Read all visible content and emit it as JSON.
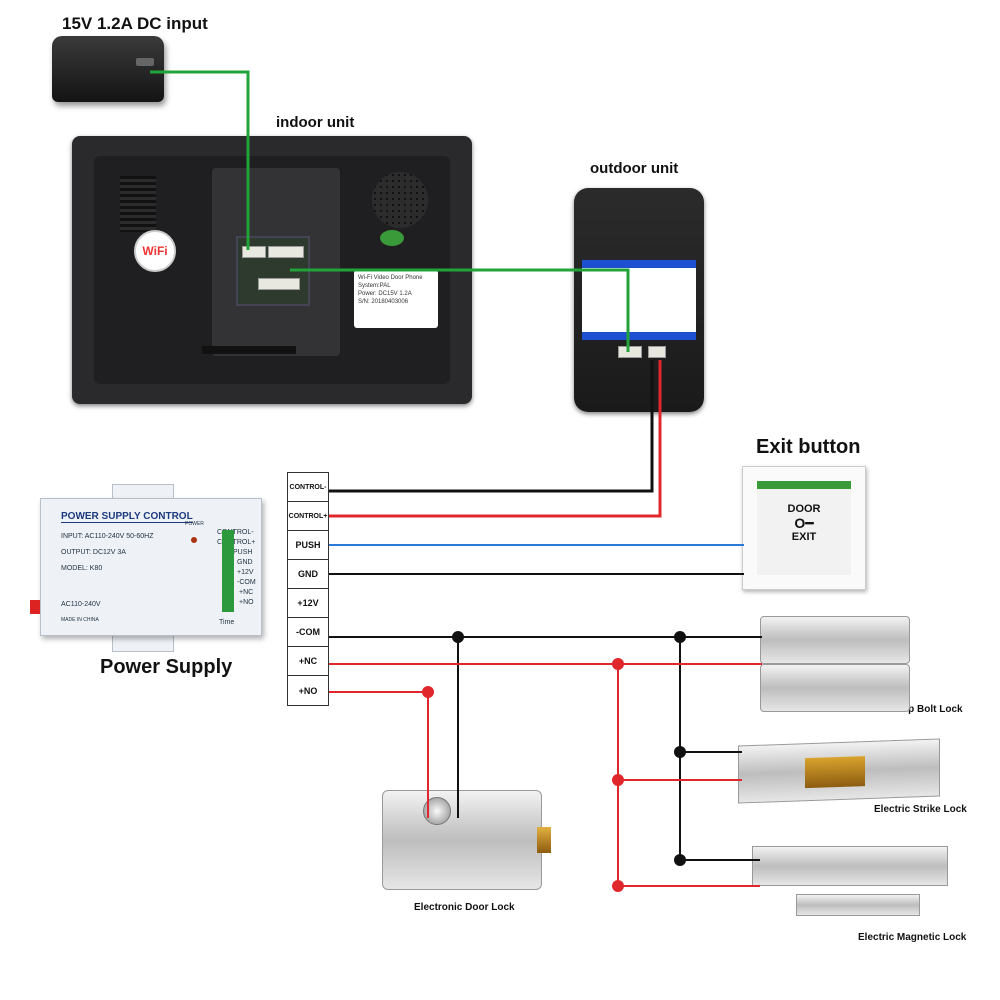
{
  "labels": {
    "dc_input": "15V 1.2A DC input",
    "indoor_unit": "indoor unit",
    "outdoor_unit": "outdoor unit",
    "exit_button": "Exit button",
    "power_supply": "Power Supply",
    "drop_bolt": "Electric Drop Bolt Lock",
    "strike": "Electric Strike Lock",
    "magnetic": "Electric Magnetic Lock",
    "door_lock": "Electronic Door Lock"
  },
  "indoor": {
    "wifi": "WiFi",
    "sticker_lines": [
      "Wi-Fi Video Door Phone",
      "System:PAL",
      "Power: DC15V 1.2A",
      "S/N: 20180403006"
    ]
  },
  "exit_face": {
    "door": "DOOR",
    "key": "O━",
    "exit": "EXIT"
  },
  "power_supply_box": {
    "title": "POWER SUPPLY CONTROL",
    "input": "INPUT: AC110-240V  50-60HZ",
    "output": "OUTPUT: DC12V  3A",
    "model": "MODEL: K80",
    "ac": "AC110-240V",
    "made": "MADE IN CHINA",
    "power": "POWER",
    "time": "Time",
    "terminals": [
      "CONTROL-",
      "CONTROL+",
      "PUSH",
      "GND",
      "+12V",
      "-COM",
      "+NC",
      "+NO"
    ]
  },
  "terminal_block": [
    "CONTROL-",
    "CONTROL+",
    "PUSH",
    "GND",
    "+12V",
    "-COM",
    "+NC",
    "+NO"
  ],
  "colors": {
    "green_wire": "#22a33a",
    "black_wire": "#111111",
    "red_wire": "#e0282c",
    "blue_wire": "#2c7ad6"
  }
}
